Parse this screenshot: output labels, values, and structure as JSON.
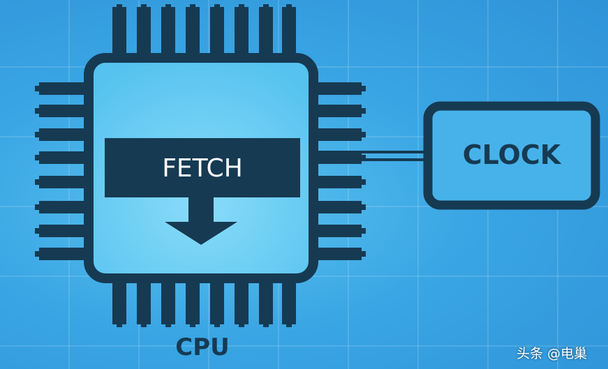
{
  "diagram": {
    "processor": {
      "label": "CPU",
      "stage": "FETCH"
    },
    "clock": {
      "label": "CLOCK"
    }
  },
  "watermark": "头条 @电巢",
  "colors": {
    "background": "#3aa6e4",
    "chip_outline": "#163a52",
    "chip_fill": "#6fd0f6",
    "text_light": "#ffffff"
  }
}
